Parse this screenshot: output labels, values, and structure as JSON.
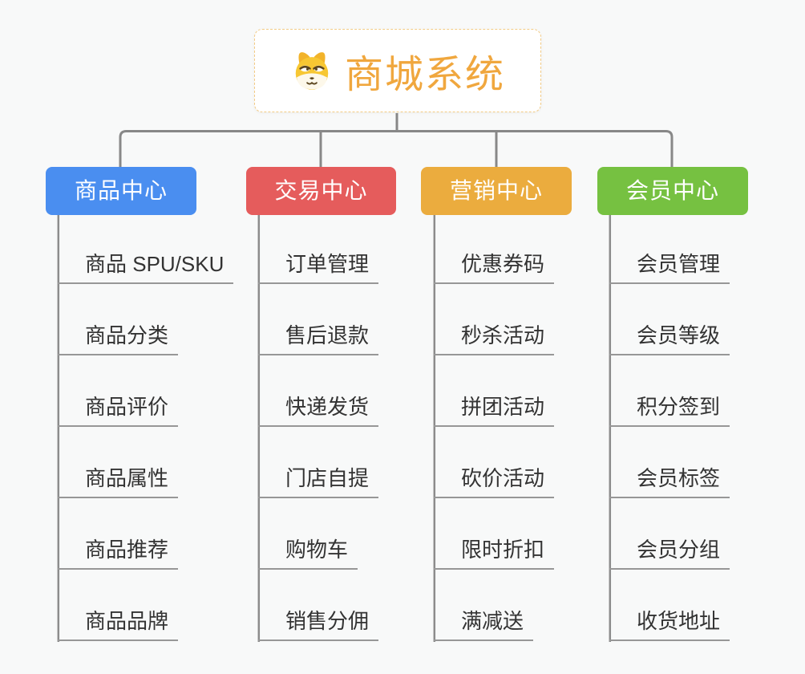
{
  "root": {
    "title": "商城系统",
    "icon": "shiba-dog-icon"
  },
  "branches": [
    {
      "id": "product-center",
      "label": "商品中心",
      "color": "#4a8ef0",
      "items": [
        "商品 SPU/SKU",
        "商品分类",
        "商品评价",
        "商品属性",
        "商品推荐",
        "商品品牌"
      ]
    },
    {
      "id": "trade-center",
      "label": "交易中心",
      "color": "#e55c5c",
      "items": [
        "订单管理",
        "售后退款",
        "快递发货",
        "门店自提",
        "购物车",
        "销售分佣"
      ]
    },
    {
      "id": "marketing-center",
      "label": "营销中心",
      "color": "#ebac3e",
      "items": [
        "优惠券码",
        "秒杀活动",
        "拼团活动",
        "砍价活动",
        "限时折扣",
        "满减送"
      ]
    },
    {
      "id": "member-center",
      "label": "会员中心",
      "color": "#76c141",
      "items": [
        "会员管理",
        "会员等级",
        "积分签到",
        "会员标签",
        "会员分组",
        "收货地址"
      ]
    }
  ],
  "style_colors": {
    "background": "#f8f9f9",
    "connector": "#888888",
    "underline": "#979797",
    "root_text": "#f0a73e",
    "root_border": "#f3cb85",
    "item_text": "#333333"
  }
}
